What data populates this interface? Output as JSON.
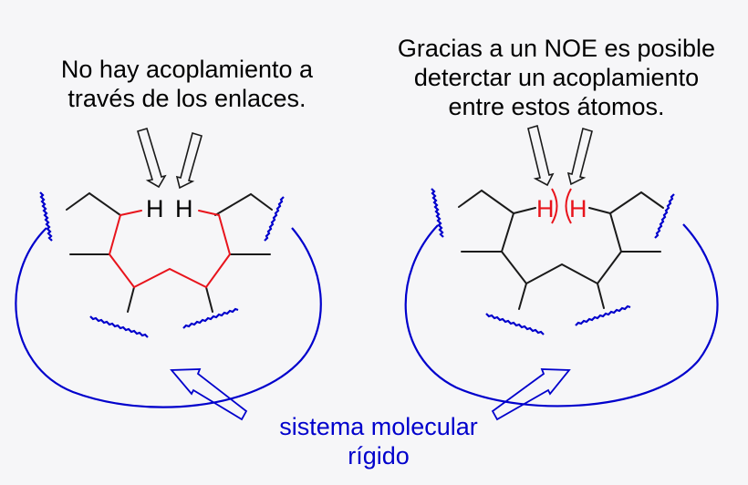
{
  "left_panel": {
    "caption_line1": "No hay acoplamiento a",
    "caption_line2": "través de los enlaces.",
    "h1": "H",
    "h2": "H",
    "bond_path_color": "#e8141c"
  },
  "right_panel": {
    "caption_line1": "Gracias a un NOE es posible",
    "caption_line2": "deterctar un acoplamiento",
    "caption_line3": "entre estos átomos.",
    "h1": "H",
    "h2": "H",
    "noe_color": "#e8141c"
  },
  "bottom": {
    "label_line1": "sistema molecular",
    "label_line2": "rígido",
    "color": "#0000cc"
  },
  "colors": {
    "background": "#f6f6f8",
    "bond": "#1a1a1a",
    "highlight": "#e8141c",
    "ring": "#0000cc"
  }
}
